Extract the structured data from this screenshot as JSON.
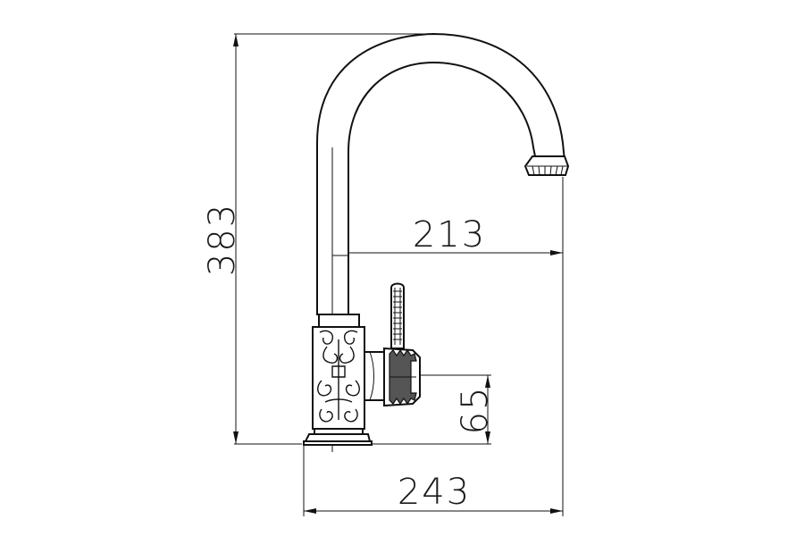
{
  "drawing": {
    "dimensions": {
      "total_height": "383",
      "spout_reach": "213",
      "total_width": "243",
      "handle_height": "65"
    }
  }
}
